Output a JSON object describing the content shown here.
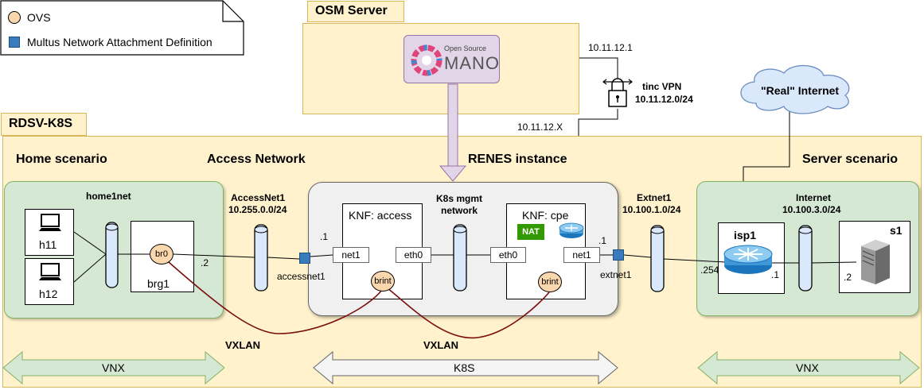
{
  "legend": {
    "ovs": "OVS",
    "nad": "Multus Network Attachment Definition"
  },
  "osm": {
    "title": "OSM Server",
    "logo_small": "Open Source",
    "logo_big": "MANO",
    "ip": "10.11.12.1"
  },
  "vpn": {
    "name": "tinc VPN",
    "subnet": "10.11.12.0/24",
    "cluster_ip": "10.11.12.X"
  },
  "internet_cloud": "\"Real\" Internet",
  "cluster": {
    "title": "RDSV-K8S"
  },
  "sections": {
    "home": "Home scenario",
    "access": "Access Network",
    "renes": "RENES instance",
    "server": "Server scenario"
  },
  "home": {
    "net": "home1net",
    "host1": "h11",
    "host2": "h12",
    "brg": "brg1",
    "bridge": "br0",
    "ip": ".2"
  },
  "accessnet": {
    "name": "AccessNet1",
    "subnet": "10.255.0.0/24",
    "attach": "accessnet1",
    "ip": ".1"
  },
  "knf_access": {
    "title": "KNF: access",
    "net1": "net1",
    "eth0": "eth0",
    "bridge": "brint"
  },
  "mgmt": {
    "line1": "K8s mgmt",
    "line2": "network"
  },
  "knf_cpe": {
    "title": "KNF: cpe",
    "nat": "NAT",
    "eth0": "eth0",
    "net1": "net1",
    "bridge": "brint",
    "ip": ".1"
  },
  "extnet": {
    "name": "Extnet1",
    "subnet": "10.100.1.0/24",
    "attach": "extnet1"
  },
  "server": {
    "net": "Internet",
    "subnet": "10.100.3.0/24",
    "router": "isp1",
    "router_ip_left": ".254",
    "router_ip_right": ".1",
    "host": "s1",
    "host_ip": ".2"
  },
  "tunnels": {
    "left": "VXLAN",
    "right": "VXLAN"
  },
  "arrows": {
    "left": "VNX",
    "middle": "K8S",
    "right": "VNX"
  }
}
